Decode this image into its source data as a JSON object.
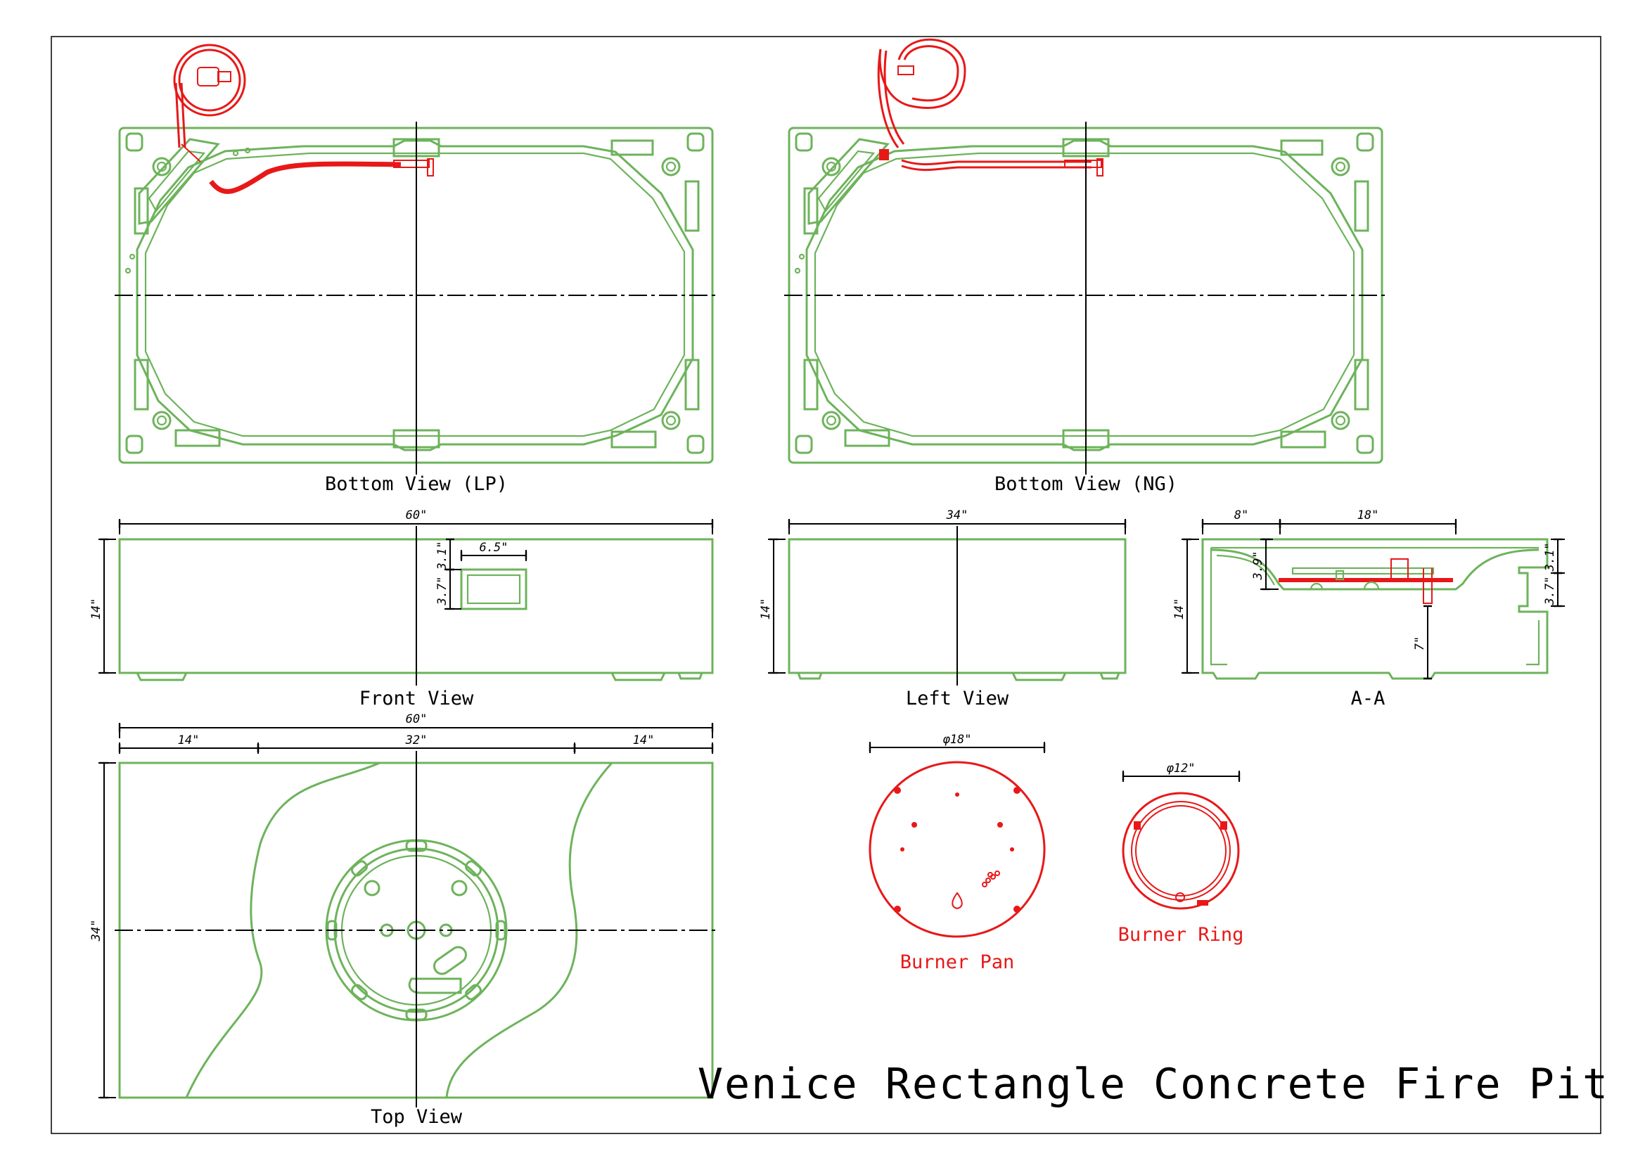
{
  "title": "Venice Rectangle Concrete Fire Pit",
  "views": {
    "bottom_lp": "Bottom View (LP)",
    "bottom_ng": "Bottom View (NG)",
    "front": "Front View",
    "left": "Left View",
    "section": "A-A",
    "top": "Top View",
    "burner_pan": "Burner Pan",
    "burner_ring": "Burner Ring"
  },
  "dimensions": {
    "front_width": "60\"",
    "front_height": "14\"",
    "opening_width": "6.5\"",
    "opening_top_offset": "3.1\"",
    "opening_height": "3.7\"",
    "left_width": "34\"",
    "left_height": "14\"",
    "section_offset": "8\"",
    "section_bowl": "18\"",
    "section_depth": "3.9\"",
    "section_opening_top": "3.1\"",
    "section_opening_height": "3.7\"",
    "section_height": "14\"",
    "section_leg": "7\"",
    "top_width": "60\"",
    "top_left": "14\"",
    "top_mid": "32\"",
    "top_right": "14\"",
    "top_height": "34\"",
    "burner_pan_dia": "φ18\"",
    "burner_ring_dia": "φ12\""
  },
  "colors": {
    "concrete_outline": "#6db35b",
    "gas_parts": "#e81818",
    "linework": "#000000"
  }
}
